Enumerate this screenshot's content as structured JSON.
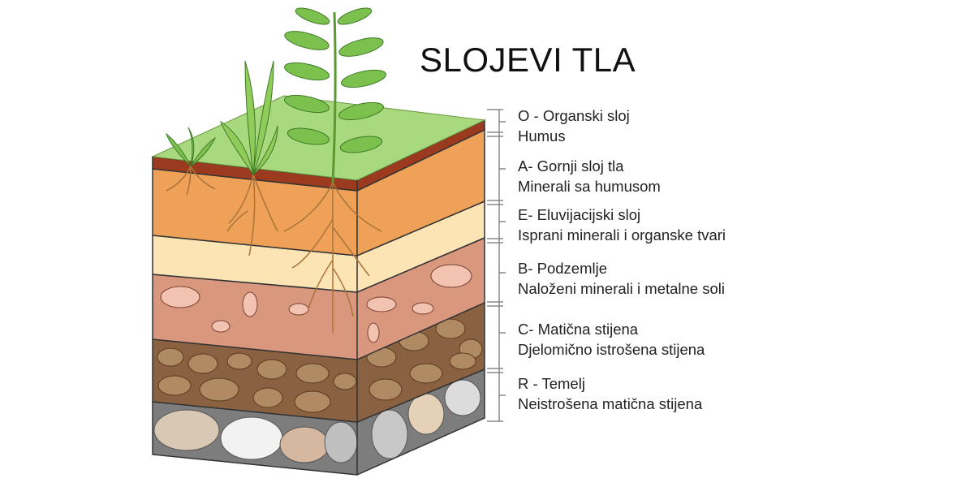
{
  "title": "SLOJEVI TLA",
  "colors": {
    "grass": "#a9d97f",
    "organic": "#9b3a1e",
    "topsoil": "#efa158",
    "eluvial": "#fde4b4",
    "subsoil": "#d9987e",
    "parent_rock": "#8a6242",
    "bedrock": "#7d7d7d"
  },
  "layers": [
    {
      "name": "O - Organski sloj",
      "desc": "Humus"
    },
    {
      "name": "A- Gornji sloj  tla",
      "desc": "Minerali sa humusom"
    },
    {
      "name": "E- Eluvijacijski sloj",
      "desc": "Isprani minerali i organske tvari"
    },
    {
      "name": "B- Podzemlje",
      "desc": "Naloženi minerali i metalne soli"
    },
    {
      "name": "C- Matična stijena",
      "desc": "Djelomično istrošena stijena"
    },
    {
      "name": "R - Temelj",
      "desc": "Neistrošena matična stijena"
    }
  ]
}
